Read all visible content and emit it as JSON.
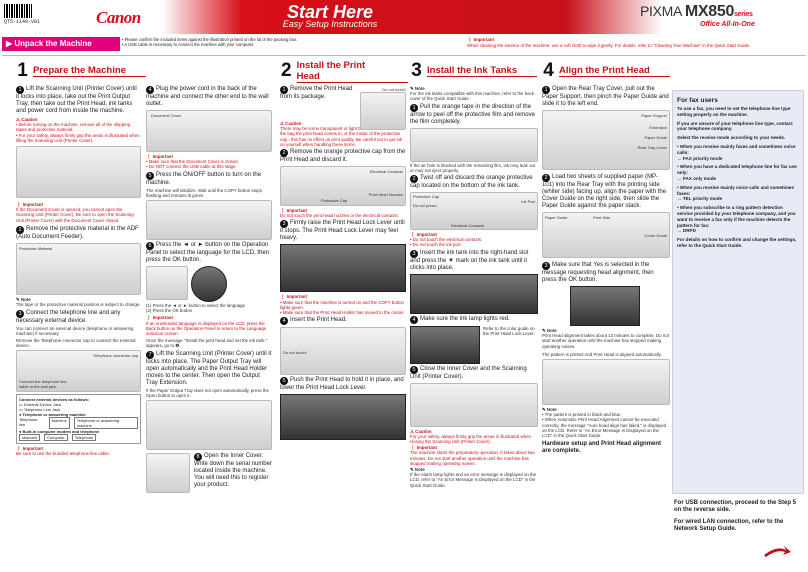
{
  "header": {
    "barcode_number": "QT5-1149-V01",
    "brand": "Canon",
    "title": "Start Here",
    "subtitle": "Easy Setup Instructions",
    "model_prefix": "PIXMA",
    "model": "MX850",
    "series": "series",
    "model_tagline": "Office All-In-One"
  },
  "unpack": {
    "label": "Unpack the Machine",
    "notes": [
      "• Please confirm the included items against the illustration printed on the lid of the packing box.",
      "• A USB cable is necessary to connect the machine with your computer."
    ],
    "important_label": "Important",
    "important_text": "When cleaning the exterior of the machine, use a soft cloth to wipe it gently. For details, refer to \"Cleaning Your Machine\" in the Quick Start Guide."
  },
  "sections": [
    {
      "num": "1",
      "title": "Prepare the Machine"
    },
    {
      "num": "2",
      "title": "Install the Print Head"
    },
    {
      "num": "3",
      "title": "Install the Ink Tanks"
    },
    {
      "num": "4",
      "title": "Align the Print Head"
    }
  ],
  "s1": {
    "step1": "Lift the Scanning Unit (Printer Cover) until it locks into place, take out the Print Output Tray, then take out the Print Head, ink tanks and power cord from inside the machine.",
    "caution_label": "Caution",
    "caution1": "• Before turning on the machine, remove all of the shipping tapes and protective material.",
    "caution2": "• For your safety, always firmly grip the areas in illustrated when lifting the Scanning Unit (Printer Cover).",
    "important_label": "Important",
    "important1": "If the Document Cover is opened, you cannot open the Scanning Unit (Printer Cover). Be sure to open the Scanning Unit (Printer Cover) with the Document Cover closed.",
    "step2": "Remove the protective material in the ADF (Auto Document Feeder).",
    "protective_material": "Protective Material",
    "note_label": "Note",
    "note1": "The tape or the protective material position is subject to change.",
    "step3": "Connect the telephone line and any necessary external device.",
    "step3b": "You can connect an external device (telephone or answering machine) if necessary.",
    "step3c": "Remove the Telephone connector cap to connect the external device.",
    "tel_cap": "Telephone connector cap",
    "wall_jack": "Connect the telephone line cable to the wall jack.",
    "ext_box_title": "Connect external devices as follows:",
    "ext_jack": "External Device Jack",
    "tel_jack": "Telephone Line Jack",
    "ans_title": "Telephone or answering machine",
    "ans_label": "Telephone or answering machine",
    "tel_line": "Telephone line",
    "machine": "Machine",
    "modem_title": "Built-in computer modem and telephone",
    "computer": "Computer",
    "telephone": "Telephone",
    "important2": "Be sure to use the bundled telephone line cable."
  },
  "s1b": {
    "step4": "Plug the power cord in the back of the machine and connect the other end to the wall outlet.",
    "doc_cover": "Document Cover",
    "imp_label": "Important",
    "imp4a": "• Make sure that the Document Cover is closed.",
    "imp4b": "• Do NOT connect the USB cable at this stage.",
    "step5": "Press the ON/OFF button to turn on the machine.",
    "step5b": "The machine will initialize. Wait until the COPY button stops flashing and remains lit green.",
    "step6": "Press the ◄ or ► button on the Operation Panel to select the language for the LCD, then press the OK button.",
    "press1": "(1)  Press the ◄ or ► button to select the language",
    "press2": "(2)  Press the OK button",
    "imp6": "If an unintended language is displayed on the LCD, press the Back button on the Operation Panel to return to the Language selection screen.",
    "step6b": "Once the message \"Install the print head and set the ink tank.\" appears, go to ❷.",
    "step7": "Lift the Scanning Unit (Printer Cover) until it locks into place. The Paper Output Tray will open automatically and the Print Head Holder moves to the center. Then open the Output Tray Extension.",
    "step7b": "If the Paper Output Tray does not open automatically, press the Open button to open it.",
    "step8": "Open the Inner Cover. Write down the serial number located inside the machine. You will need this to register your product."
  },
  "s2": {
    "step1": "Remove the Print Head from its package.",
    "do_not_touch": "Do not touch!",
    "caution_label": "Caution",
    "caution1": "There may be some transparent or light blue ink on the inside of the bag the print head comes in, or the inside of the protective cap - this has no effect on print quality. Be careful not to get ink on yourself when handling these items.",
    "step2": "Remove the orange protective cap from the Print Head and discard it.",
    "elec_contacts": "Electrical Contacts",
    "protective_cap": "Protective Cap",
    "nozzles": "Print Head Nozzles",
    "imp_label": "Important",
    "imp2": "Do not touch the print head nozzles or the electrical contacts.",
    "step3": "Firmly raise the Print Head Lock Lever until it stops. The Print Head Lock Lever may feel heavy.",
    "imp3a": "• Make sure that the machine is turned on and the COPY button lights green.",
    "imp3b": "• Make sure that the Print Head Holder has moved to the center.",
    "step4": "Insert the Print Head.",
    "do_not_touch2": "Do not touch!",
    "step5": "Push the Print Head to hold it in place, and lower the Print Head Lock Lever."
  },
  "s3": {
    "note_label": "Note",
    "note1": "For the ink tanks compatible with this machine, refer to the back cover of the Quick Start Guide.",
    "step1": "Pull the orange tape in the direction of the arrow to peel off the protective film and remove the film completely.",
    "step1n": "If the air hole is blocked with the remaining film, ink may leak out or may not eject properly.",
    "step2": "Twist off and discard the orange protective cap located on the bottom of the ink tank.",
    "protective_cap": "Protective Cap",
    "ink_port": "Ink Port",
    "do_not_push": "Do not press!",
    "elec_contacts": "Electrical Contacts",
    "imp_label": "Important",
    "imp2a": "• Do not touch the electrical contacts.",
    "imp2b": "• Do not touch the ink port.",
    "step3": "Insert the ink tank into the right-hand slot and press the ▼ mark on the ink tank until it clicks into place.",
    "step4": "Make sure the ink lamp lights red.",
    "refer": "Refer to the color guide on the Print Head Lock Lever.",
    "step5": "Close the Inner Cover and the Scanning Unit (Printer Cover).",
    "caution_label": "Caution",
    "caution1": "For your safety, always firmly grip the areas in illustrated when closing the Scanning Unit (Printer Cover).",
    "imp5": "The machine starts the preparatory operation. It takes about two minutes. Do not start another operation until the machine has stopped making operating noises.",
    "note5": "If the Alarm lamp lights and an error message is displayed on the LCD, refer to \"An Error Message Is Displayed on the LCD\" in the Quick Start Guide."
  },
  "s4": {
    "step1": "Open the Rear Tray Cover, pull out the Paper Support, then pinch the Paper Guide and slide it to the left end.",
    "paper_support": "Paper Support",
    "extension": "Extension",
    "paper_guide": "Paper Guide",
    "rear_tray_cover": "Rear Tray Cover",
    "step2": "Load two sheets of supplied paper (MP-101) into the Rear Tray with the printing side (whiter side) facing up, align the paper with the Cover Guide on the right side, then slide the Paper Guide against the paper stack.",
    "paper_guide2": "Paper Guide",
    "print_side": "Print Side",
    "cover_guide": "Cover Guide",
    "step3": "Make sure that Yes is selected in the message requesting head alignment, then press the OK button.",
    "note_label": "Note",
    "note3": "Print Head alignment takes about 13 minutes to complete. Do not start another operation until the machine has stopped making operating noises.",
    "pattern": "The pattern is printed  And Print Head is aligned automatically.",
    "note4a": "• The pattern is printed in black and blue.",
    "note4b": "• When Automatic Print Head Alignment cannot be executed correctly, the message \"Auto head align has failed.\" is displayed on the LCD. Refer to \"An Error Message Is Displayed on the LCD\" in the Quick Start Guide.",
    "complete": "Hardware setup and Print Head alignment are complete."
  },
  "fax": {
    "title": "For fax users",
    "p1": "To use a fax, you need to set the telephone line type setting properly on the machine.",
    "p2": "If you are unsure of your telephone line type, contact your telephone company.",
    "p3": "Select the receive mode according to your needs.",
    "items": [
      {
        "q": "When you receive mainly faxes and sometimes voice calls:",
        "a": "→ FAX priority mode"
      },
      {
        "q": "When you have a dedicated telephone line for fax use only:",
        "a": "→ FAX only mode"
      },
      {
        "q": "When you receive mainly voice calls and sometimes faxes:",
        "a": "→ TEL priority mode"
      },
      {
        "q": "When you subscribe to a ring pattern detection service provided by your telephone company, and you want to receive a fax only if the machine detects the pattern for fax:",
        "a": "→ DRPD"
      }
    ],
    "p4": "For details on how to confirm and change the settings, refer to the Quick Start Guide."
  },
  "end": {
    "usb": "For USB connection, proceed to the Step 5 on the reverse side.",
    "lan": "For wired LAN connection, refer to the Network Setup Guide."
  },
  "colors": {
    "brand_red": "#d60f18",
    "magenta": "#e2007a",
    "fax_bg": "#e8eaf6"
  }
}
